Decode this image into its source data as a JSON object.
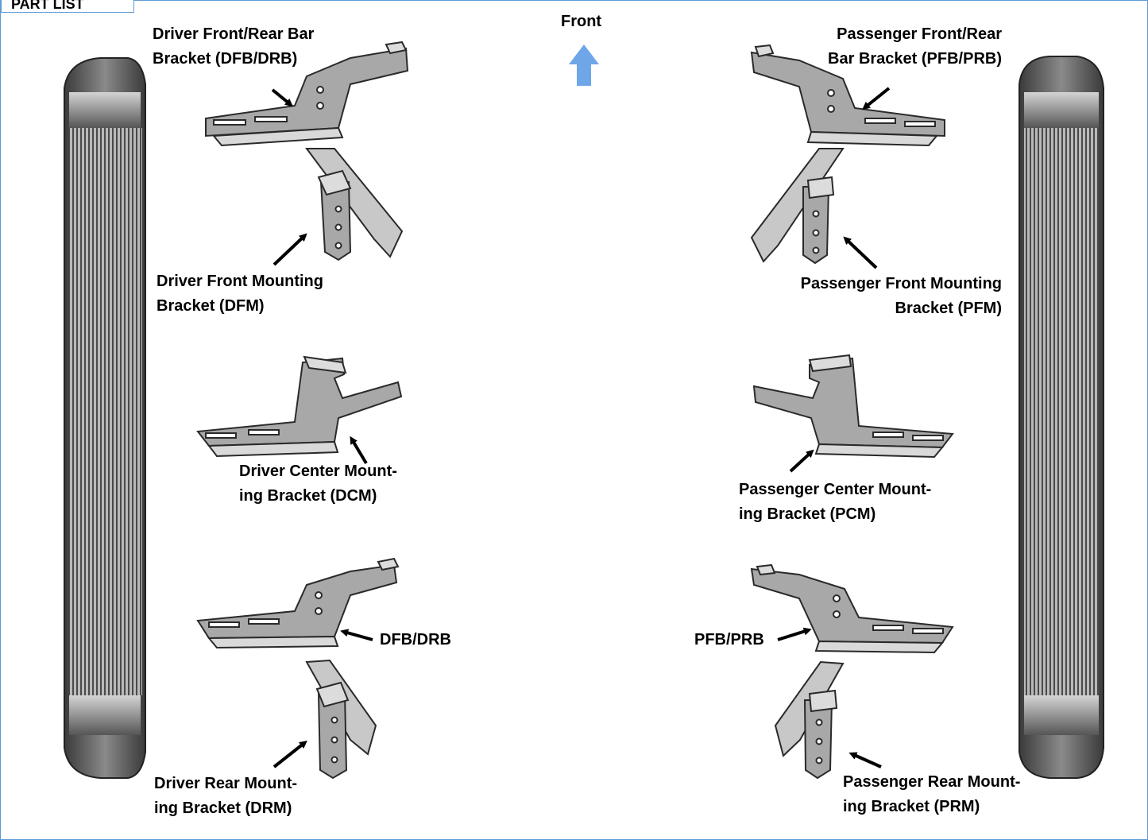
{
  "title": "PART LIST",
  "front_label": "Front",
  "labels": {
    "dfb_line1": "Driver Front/Rear Bar",
    "dfb_line2": "Bracket (DFB/DRB)",
    "dfm_line1": "Driver Front Mounting",
    "dfm_line2": "Bracket (DFM)",
    "dcm_line1": "Driver Center Mount-",
    "dcm_line2": "ing Bracket (DCM)",
    "dfb_short": "DFB/DRB",
    "drm_line1": "Driver Rear Mount-",
    "drm_line2": "ing Bracket (DRM)",
    "pfb_line1": "Passenger Front/Rear",
    "pfb_line2": "Bar Bracket (PFB/PRB)",
    "pfm_line1": "Passenger Front Mounting",
    "pfm_line2": "Bracket (PFM)",
    "pcm_line1": "Passenger Center Mount-",
    "pcm_line2": "ing Bracket (PCM)",
    "pfb_short": "PFB/PRB",
    "prm_line1": "Passenger Rear Mount-",
    "prm_line2": "ing Bracket (PRM)"
  },
  "colors": {
    "border": "#5b9bd5",
    "front_arrow": "#6ea6e8",
    "metal": "#9a9a9a",
    "metal_dark": "#5a5a5a"
  }
}
